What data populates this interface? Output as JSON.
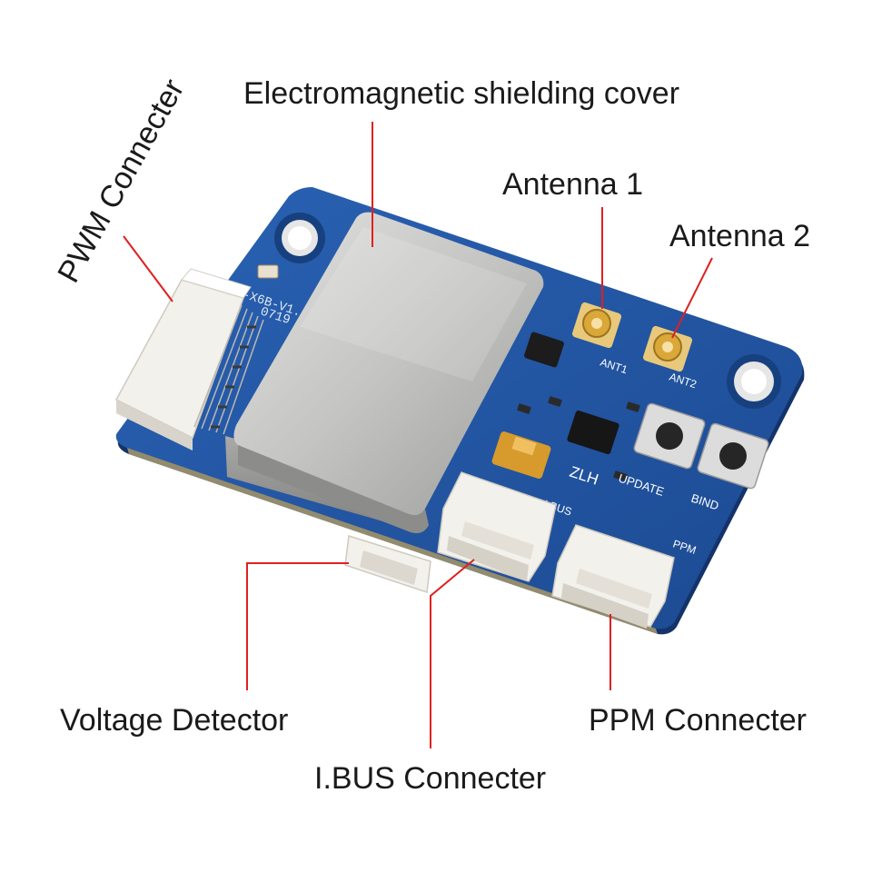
{
  "labels": {
    "shield": "Electromagnetic shielding cover",
    "antenna1": "Antenna 1",
    "antenna2": "Antenna 2",
    "pwm": "PWM Connecter",
    "voltage": "Voltage Detector",
    "ibus": "I.BUS Connecter",
    "ppm": "PPM Connecter"
  },
  "board_markings": {
    "model": "FS-X6B-V1.",
    "date": "0719",
    "ant1": "ANT1",
    "ant2": "ANT2",
    "update": "UPDATE",
    "bind": "BIND",
    "zlh": "ZLH",
    "ibus": "I.BUS",
    "ppm": "PPM"
  },
  "colors": {
    "pcb": "#1f4f9a",
    "pcb_dark": "#173c78",
    "shield": "#c9c9c7",
    "leader_line": "#e02020",
    "connector": "#f1efea",
    "gold": "#d9a838"
  }
}
